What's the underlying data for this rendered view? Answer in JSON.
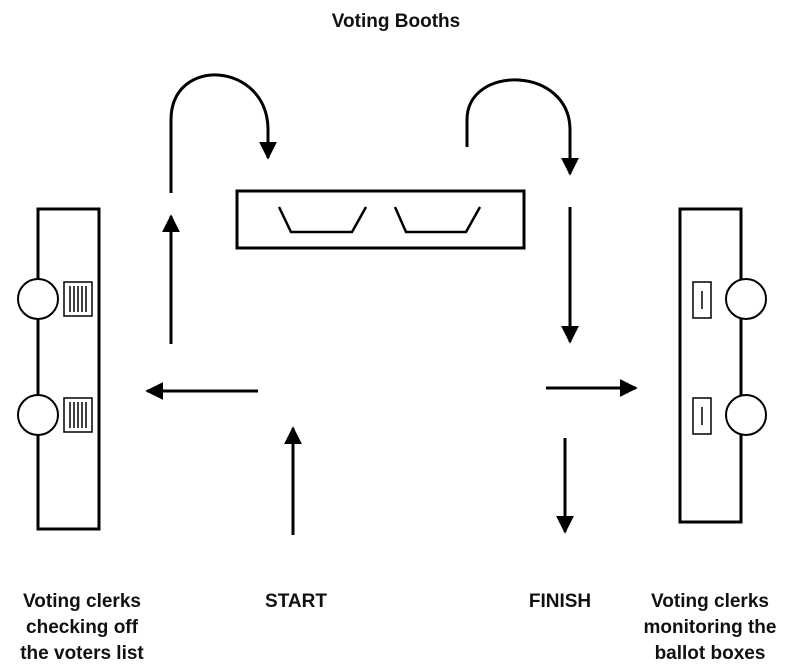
{
  "title": "Voting Booths",
  "labels": {
    "left_clerks": [
      "Voting clerks",
      "checking off",
      "the voters list"
    ],
    "start": "START",
    "finish": "FINISH",
    "right_clerks": [
      "Voting clerks",
      "monitoring the",
      "ballot boxes"
    ]
  },
  "colors": {
    "ink": "#000000",
    "background": "#ffffff"
  }
}
